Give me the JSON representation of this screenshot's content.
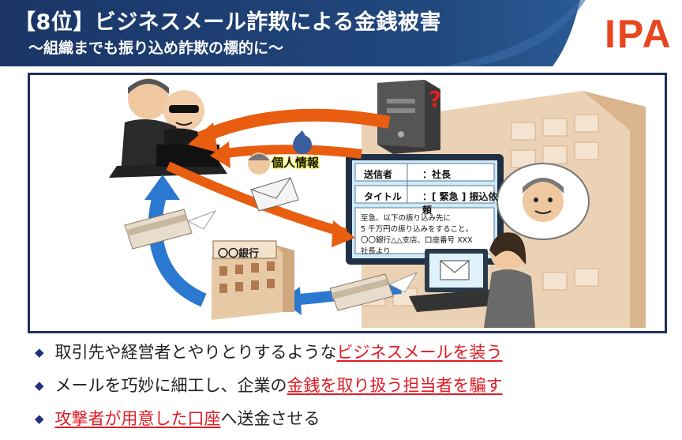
{
  "header": {
    "title": "【8位】ビジネスメール詐欺による金銭被害",
    "subtitle": "～組織までも振り込め詐欺の標的に～",
    "logo": "IPA"
  },
  "illustration": {
    "personal_info_label": "個人情報",
    "bank_sign": "〇〇銀行",
    "email": {
      "sender_label": "送信者",
      "sender_value": "：社長",
      "title_label": "タイトル",
      "title_value": "：[ 緊急 ] 振込依頼",
      "body_lines": [
        "至急、以下の振り込み先に",
        "5 千万円の振り込みをすること。",
        "〇〇銀行△△支店、口座番号 XXX",
        "社長より"
      ]
    }
  },
  "bullets": [
    {
      "mark": "◆",
      "plain": "取引先や経営者とやりとりするような",
      "highlight": "ビジネスメールを装う",
      "tail": ""
    },
    {
      "mark": "◆",
      "plain": "メールを巧妙に細工し、企業の",
      "highlight": "金銭を取り扱う担当者を騙す",
      "tail": ""
    },
    {
      "mark": "◆",
      "plain": "",
      "highlight": "攻撃者が用意した口座",
      "tail": "へ送金させる"
    }
  ],
  "colors": {
    "banner": "#1d3a6b",
    "logo": "#e8461e",
    "highlight": "#e01b24",
    "frame": "#20305e",
    "arrow_orange": "#e85d10",
    "arrow_blue": "#2a78d0",
    "building": "#e9c9a8"
  }
}
